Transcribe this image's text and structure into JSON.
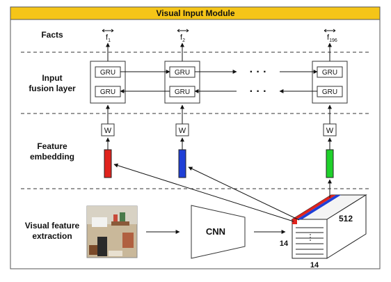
{
  "title": "Visual Input Module",
  "colors": {
    "title_bg": "#f5c518",
    "red": "#e0231d",
    "blue": "#1f3fd6",
    "green": "#1fd12b"
  },
  "rows": {
    "facts": "Facts",
    "input_fusion_1": "Input",
    "input_fusion_2": "fusion layer",
    "feature_embedding_1": "Feature",
    "feature_embedding_2": "embedding",
    "visual_feature_1": "Visual feature",
    "visual_feature_2": "extraction"
  },
  "facts": [
    {
      "base": "f",
      "sub": "1"
    },
    {
      "base": "f",
      "sub": "2"
    },
    {
      "base": "f",
      "sub": "196"
    }
  ],
  "gru_label": "GRU",
  "w_label": "W",
  "ellipsis": "· · ·",
  "cnn_label": "CNN",
  "cube": {
    "depth": "512",
    "height": "14",
    "width": "14"
  },
  "photo_icon": "living-room-photo"
}
